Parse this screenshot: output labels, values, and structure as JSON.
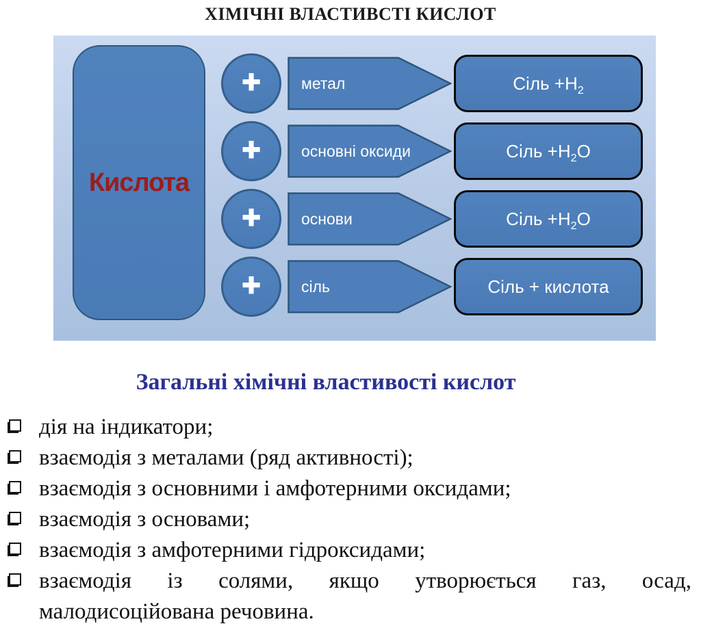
{
  "page": {
    "title": "ХІМІЧНІ ВЛАСТИВСТІ КИСЛОТ"
  },
  "diagram": {
    "acid_label": "Кислота",
    "plus_sign": "+",
    "rows": [
      {
        "reagent": "метал",
        "product": {
          "pre": "Сіль +H",
          "sub": "2",
          "post": ""
        }
      },
      {
        "reagent": "основні оксиди",
        "product": {
          "pre": "Сіль +H",
          "sub": "2",
          "post": "O"
        }
      },
      {
        "reagent": "основи",
        "product": {
          "pre": "Сіль +H",
          "sub": "2",
          "post": "O"
        }
      },
      {
        "reagent": "сіль",
        "product": {
          "pre": "Сіль + кислота",
          "sub": "",
          "post": ""
        }
      }
    ],
    "colors": {
      "shape_fill": "#4E7FBA",
      "shape_border": "#35608E",
      "result_box_border": "#0A0A0A",
      "background_top": "#CBDAF1",
      "background_bottom": "#A8C0DF",
      "acid_text": "#9C1C1C"
    }
  },
  "section": {
    "heading": "Загальні хімічні властивості кислот",
    "heading_color": "#2B3191"
  },
  "list": {
    "items": [
      {
        "text": "дія на індикатори;"
      },
      {
        "text": "взаємодія з металами (ряд активності);"
      },
      {
        "text": "взаємодія з основними і амфотерними оксидами;"
      },
      {
        "text": "взаємодія з основами;"
      },
      {
        "text": "взаємодія з амфотерними гідроксидами;"
      },
      {
        "line1": "взаємодія із солями, якщо утворюється газ, осад,",
        "line2": "малодисоційована речовина."
      }
    ]
  }
}
